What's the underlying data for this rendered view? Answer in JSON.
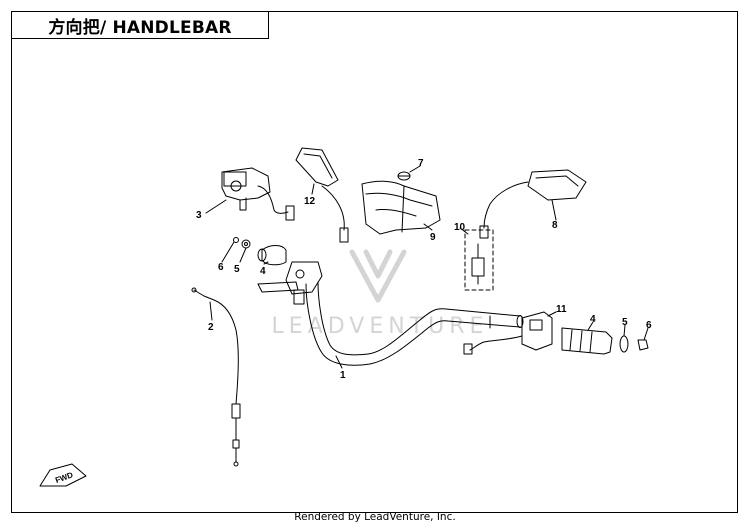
{
  "title": "方向把/ HANDLEBAR",
  "footer": "Rendered by LeadVenture, Inc.",
  "watermark": "LEADVENTURE",
  "direction_badge": "FWD",
  "callouts": [
    "1",
    "2",
    "3",
    "4",
    "5",
    "6",
    "7",
    "8",
    "9",
    "10",
    "11",
    "12",
    "4",
    "5",
    "6"
  ],
  "colors": {
    "line": "#000000",
    "watermark": "#cfcfcf",
    "background": "#ffffff"
  }
}
